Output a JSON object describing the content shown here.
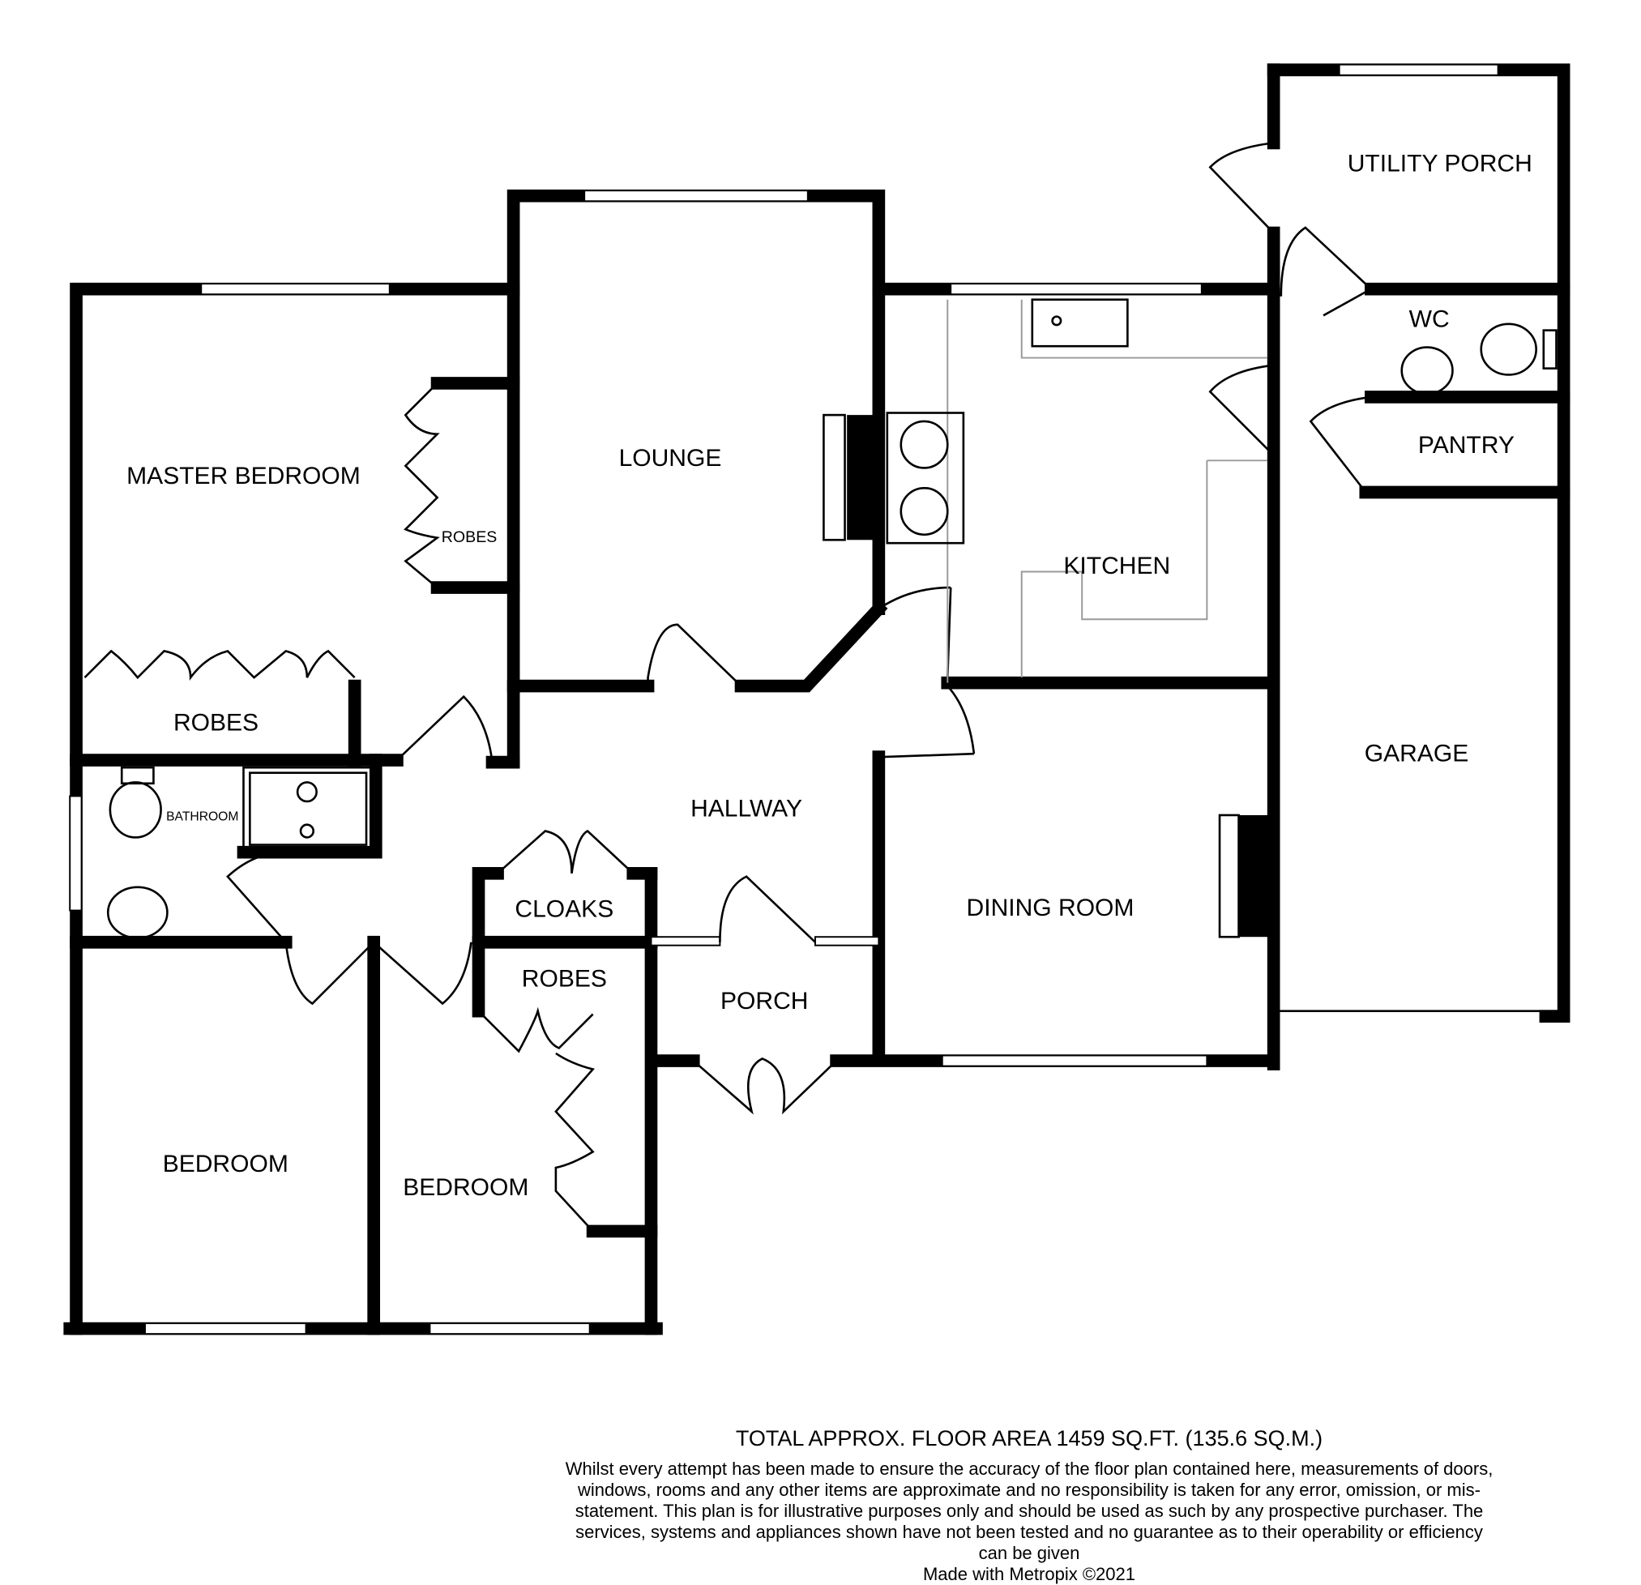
{
  "rooms": {
    "master_bedroom": "MASTER BEDROOM",
    "robes_master_side": "ROBES",
    "robes_master": "ROBES",
    "lounge": "LOUNGE",
    "kitchen": "KITCHEN",
    "utility_porch": "UTILITY PORCH",
    "wc": "WC",
    "pantry": "PANTRY",
    "garage": "GARAGE",
    "bathroom": "BATHROOM",
    "hallway": "HALLWAY",
    "cloaks": "CLOAKS",
    "robes_bedroom": "ROBES",
    "porch": "PORCH",
    "dining_room": "DINING ROOM",
    "bedroom_left": "BEDROOM",
    "bedroom_middle": "BEDROOM"
  },
  "footer": {
    "title": "TOTAL APPROX. FLOOR AREA 1459 SQ.FT. (135.6 SQ.M.)",
    "disclaimer": "Whilst every attempt has been made to ensure the accuracy of the floor plan contained here, measurements of doors, windows, rooms and any other items are approximate and no responsibility is taken for any error, omission, or mis-statement. This plan is for illustrative purposes only and should be used as such by any prospective purchaser. The services, systems and appliances shown have not been tested and no guarantee as to their operability or efficiency can be given",
    "made_with": "Made with Metropix ©2021"
  }
}
